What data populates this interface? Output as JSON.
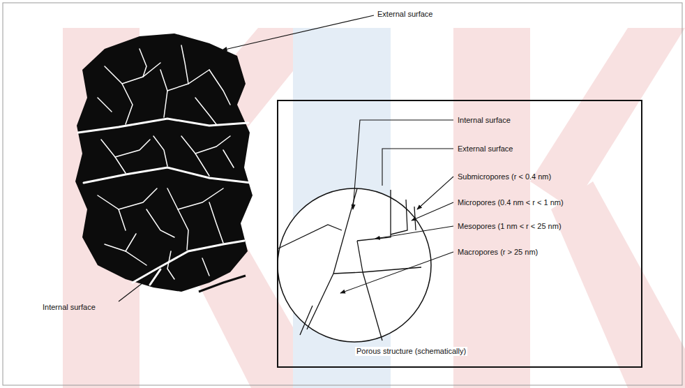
{
  "diagram": {
    "nodes": [
      {
        "text": [
          "Porous structure (schematically)"
        ]
      }
    ],
    "labels": [
      "External surface",
      "Internal surface",
      "Internal surface",
      "External surface",
      "Submicropores (r < 0.4 nm)",
      "Micropores (0.4 nm < r < 1 nm)",
      "Mesopores (1 nm < r < 25 nm)",
      "Macropores (r > 25 nm)"
    ]
  }
}
